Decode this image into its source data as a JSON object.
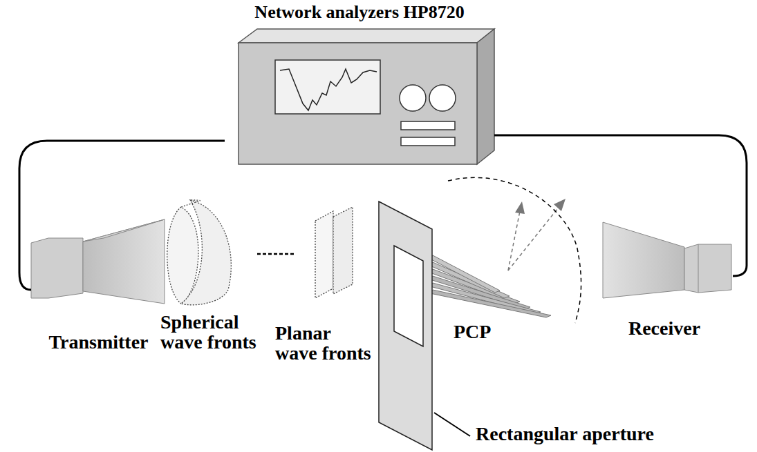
{
  "diagram": {
    "nodes": [
      {
        "text": [
          "Network analyzers HP8720"
        ]
      },
      {
        "text": [
          "Transmitter"
        ]
      },
      {
        "text": [
          "Receiver"
        ]
      }
    ],
    "edges": [
      {
        "from": 0,
        "to": 1,
        "arrow": "none"
      },
      {
        "from": 0,
        "to": 2,
        "arrow": "none"
      }
    ],
    "labels": [
      "Spherical wave fronts",
      "Planar wave fronts",
      "PCP",
      "Rectangular aperture"
    ]
  }
}
